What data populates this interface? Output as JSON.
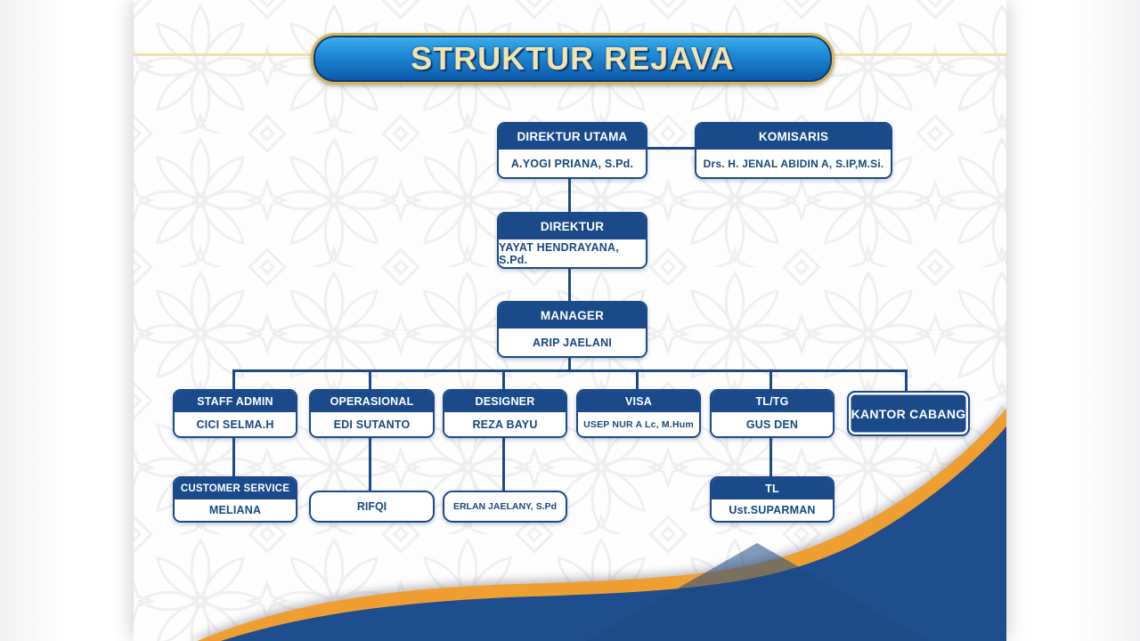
{
  "title": "STRUKTUR REJAVA",
  "colors": {
    "node_navy": "#1a4a8a",
    "banner_blue_top": "#3fb0ec",
    "banner_blue_bottom": "#0c56a8",
    "banner_gold_border": "#d9b65a",
    "banner_gold_text": "#f4e3ad",
    "gold_rule": "#f2e0a6",
    "wave_orange": "#ef9f31",
    "wave_blue": "#1e4e8d"
  },
  "org": {
    "direktur_utama": {
      "role": "DIREKTUR UTAMA",
      "name": "A.YOGI PRIANA, S.Pd."
    },
    "komisaris": {
      "role": "KOMISARIS",
      "name": "Drs. H. JENAL ABIDIN A, S.IP,M.Si."
    },
    "direktur": {
      "role": "DIREKTUR",
      "name": "YAYAT HENDRAYANA, S.Pd."
    },
    "manager": {
      "role": "MANAGER",
      "name": "ARIP JAELANI"
    },
    "staff_admin": {
      "role": "STAFF ADMIN",
      "name": "CICI SELMA.H"
    },
    "operasional": {
      "role": "OPERASIONAL",
      "name": "EDI SUTANTO"
    },
    "designer": {
      "role": "DESIGNER",
      "name": "REZA BAYU"
    },
    "visa": {
      "role": "VISA",
      "name": "USEP NUR A Lc, M.Hum"
    },
    "tl_tg": {
      "role": "TL/TG",
      "name": "GUS DEN"
    },
    "kantor_cabang": {
      "role": "KANTOR CABANG"
    },
    "customer_service": {
      "role": "CUSTOMER SERVICE",
      "name": "MELIANA"
    },
    "rifqi": {
      "name": "RIFQI"
    },
    "erlan": {
      "name": "ERLAN JAELANY, S.Pd"
    },
    "tl": {
      "role": "TL",
      "name": "Ust.SUPARMAN"
    }
  }
}
